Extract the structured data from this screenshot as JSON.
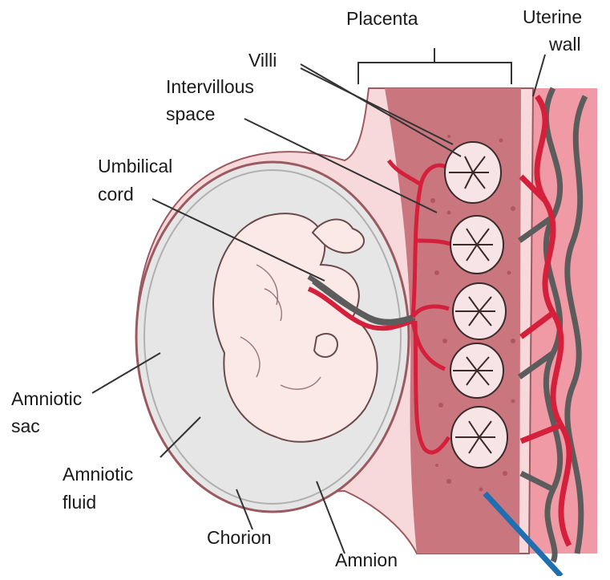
{
  "diagram": {
    "labels": {
      "placenta": "Placenta",
      "uterine_wall_1": "Uterine",
      "uterine_wall_2": "wall",
      "villi": "Villi",
      "intervillous_1": "Intervillous",
      "intervillous_2": "space",
      "umbilical_1": "Umbilical",
      "umbilical_2": "cord",
      "amniotic_sac_1": "Amniotic",
      "amniotic_sac_2": "sac",
      "amniotic_fluid_1": "Amniotic",
      "amniotic_fluid_2": "fluid",
      "chorion": "Chorion",
      "amnion": "Amnion"
    },
    "colors": {
      "placenta_tissue": "#c9767f",
      "outer_pink": "#f7d9dc",
      "uterine_wall": "#ef9aa5",
      "blood_vessel": "#d4203a",
      "vein_gray": "#5c5c5c",
      "amniotic_fluid": "#e6e6e6",
      "embryo": "#fbe9e7",
      "pointer_arrow": "#1f6fb0"
    }
  }
}
